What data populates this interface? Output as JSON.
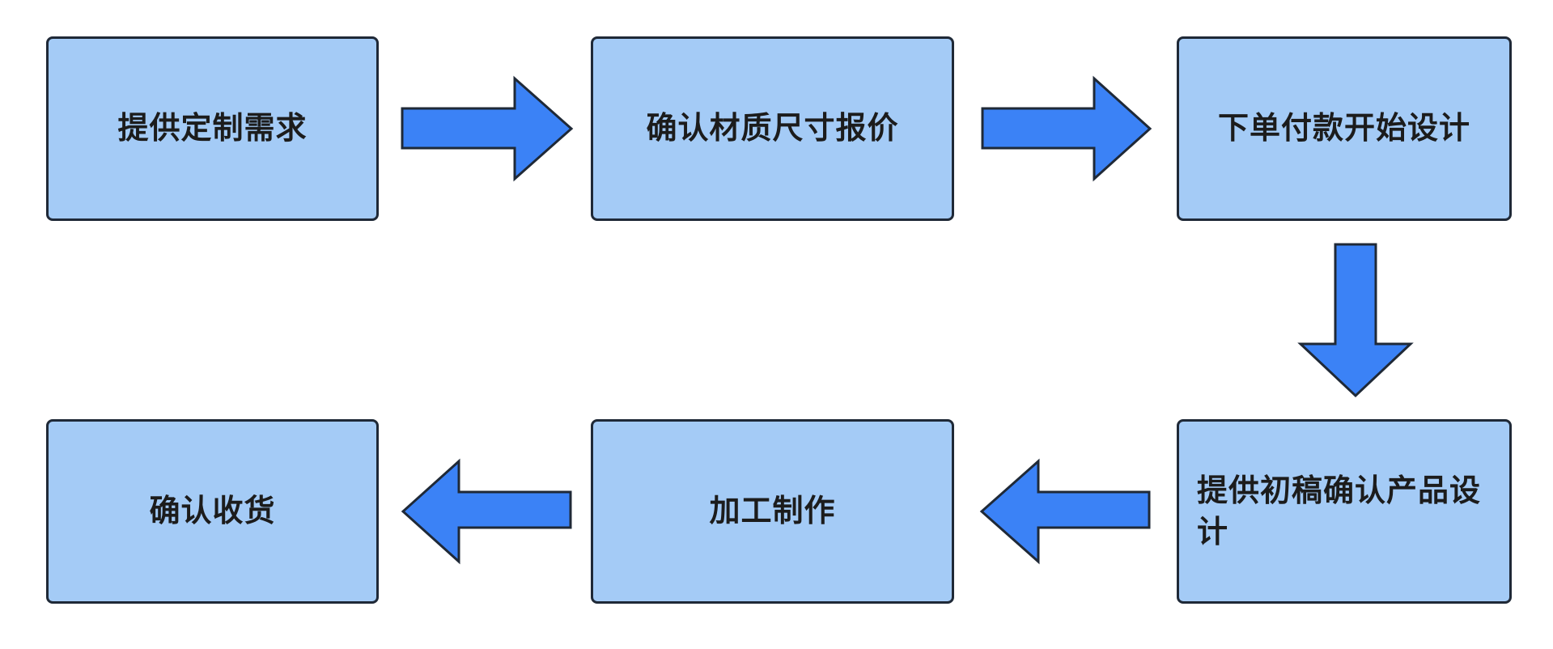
{
  "diagram": {
    "steps": [
      {
        "id": "step-1",
        "label": "提供定制需求"
      },
      {
        "id": "step-2",
        "label": "确认材质尺寸报价"
      },
      {
        "id": "step-3",
        "label": "下单付款开始设计"
      },
      {
        "id": "step-4",
        "label": "提供初稿确认产品设计"
      },
      {
        "id": "step-5",
        "label": "加工制作"
      },
      {
        "id": "step-6",
        "label": "确认收货"
      }
    ],
    "connectors": [
      {
        "from": "step-1",
        "to": "step-2",
        "direction": "right"
      },
      {
        "from": "step-2",
        "to": "step-3",
        "direction": "right"
      },
      {
        "from": "step-3",
        "to": "step-4",
        "direction": "down"
      },
      {
        "from": "step-4",
        "to": "step-5",
        "direction": "left"
      },
      {
        "from": "step-5",
        "to": "step-6",
        "direction": "left"
      }
    ],
    "colors": {
      "box_fill": "#a4cbf6",
      "box_border": "#1f2937",
      "arrow_fill": "#3b82f6",
      "text": "#1c1c1c"
    }
  }
}
